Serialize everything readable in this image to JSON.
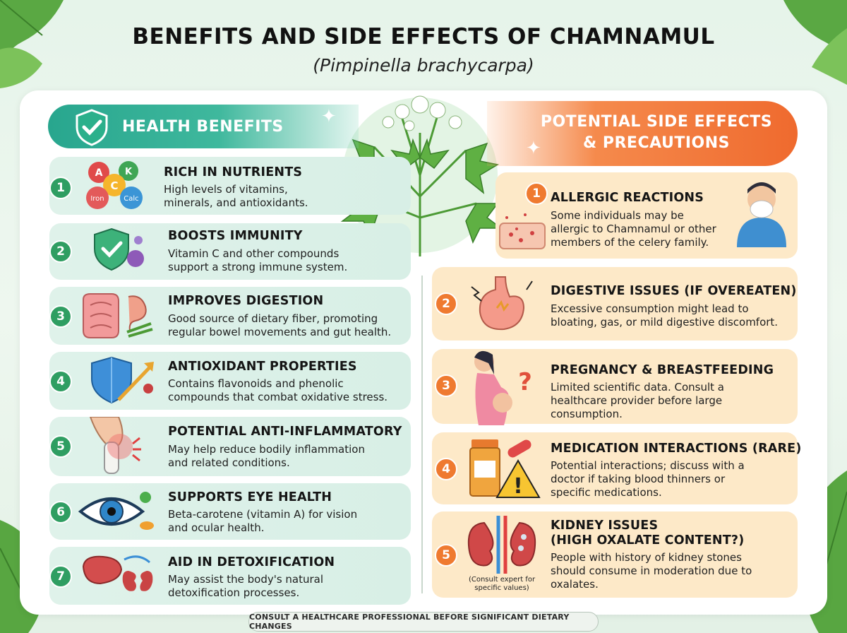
{
  "header": {
    "title": "BENEFITS AND SIDE EFFECTS OF CHAMNAMUL",
    "subtitle": "(Pimpinella brachycarpa)"
  },
  "benefits": {
    "heading": "HEALTH BENEFITS",
    "items": [
      {
        "num": "1",
        "title": "RICH IN NUTRIENTS",
        "desc1": "High levels of vitamins,",
        "desc2": "minerals, and antioxidants.",
        "icon": "vitamin-icon"
      },
      {
        "num": "2",
        "title": "BOOSTS IMMUNITY",
        "desc1": "Vitamin C and other compounds",
        "desc2": "support a strong immune system.",
        "icon": "immune-shield-icon"
      },
      {
        "num": "3",
        "title": "IMPROVES DIGESTION",
        "desc1": "Good source of dietary fiber, promoting",
        "desc2": "regular bowel movements and gut health.",
        "icon": "intestine-icon"
      },
      {
        "num": "4",
        "title": "ANTIOXIDANT PROPERTIES",
        "desc1": "Contains flavonoids and phenolic",
        "desc2": "compounds that combat oxidative stress.",
        "icon": "antioxidant-shield-icon"
      },
      {
        "num": "5",
        "title": "POTENTIAL ANTI-INFLAMMATORY",
        "desc1": "May help reduce bodily inflammation",
        "desc2": "and related conditions.",
        "icon": "joint-icon"
      },
      {
        "num": "6",
        "title": "SUPPORTS EYE HEALTH",
        "desc1": "Beta-carotene (vitamin A) for vision",
        "desc2": "and ocular health.",
        "icon": "eye-icon"
      },
      {
        "num": "7",
        "title": "AID IN DETOXIFICATION",
        "desc1": "May assist the body's natural",
        "desc2": "detoxification processes.",
        "icon": "liver-kidney-icon"
      }
    ],
    "vitamin_labels": {
      "a": "A",
      "k": "K",
      "c": "C",
      "iron": "Iron",
      "calc": "Calc"
    }
  },
  "side_effects": {
    "heading1": "POTENTIAL SIDE EFFECTS",
    "heading2": "& PRECAUTIONS",
    "items": [
      {
        "num": "1",
        "title": "ALLERGIC REACTIONS",
        "desc1": "Some individuals may be",
        "desc2": "allergic to Chamnamul or other",
        "desc3": "members of the celery family.",
        "icon": "allergy-icon"
      },
      {
        "num": "2",
        "title": "DIGESTIVE ISSUES (IF OVEREATEN)",
        "desc1": "Excessive consumption might lead to",
        "desc2": "bloating, gas, or mild digestive discomfort.",
        "desc3": "",
        "icon": "stomach-icon"
      },
      {
        "num": "3",
        "title": "PREGNANCY & BREASTFEEDING",
        "desc1": "Limited scientific data. Consult a",
        "desc2": "healthcare provider before large",
        "desc3": "consumption.",
        "icon": "pregnancy-icon"
      },
      {
        "num": "4",
        "title": "MEDICATION INTERACTIONS (RARE)",
        "desc1": "Potential interactions; discuss with a",
        "desc2": "doctor if taking blood thinners or",
        "desc3": "specific medications.",
        "icon": "medication-icon"
      },
      {
        "num": "5",
        "title": "KIDNEY ISSUES",
        "title2": "(HIGH OXALATE CONTENT?)",
        "desc1": "People with history of kidney stones",
        "desc2": "should consume in moderation due to",
        "desc3": "oxalates.",
        "icon": "kidney-icon"
      }
    ],
    "kidney_note1": "(Consult expert for",
    "kidney_note2": "specific values)",
    "question_mark": "?",
    "warning_mark": "!"
  },
  "footer": {
    "text": "CONSULT A HEALTHCARE PROFESSIONAL BEFORE SIGNIFICANT DIETARY CHANGES"
  },
  "colors": {
    "benefit_accent": "#2f9e62",
    "side_accent": "#ef7a30",
    "benefit_header": "#28a68e",
    "side_header": "#ef6a2e"
  }
}
